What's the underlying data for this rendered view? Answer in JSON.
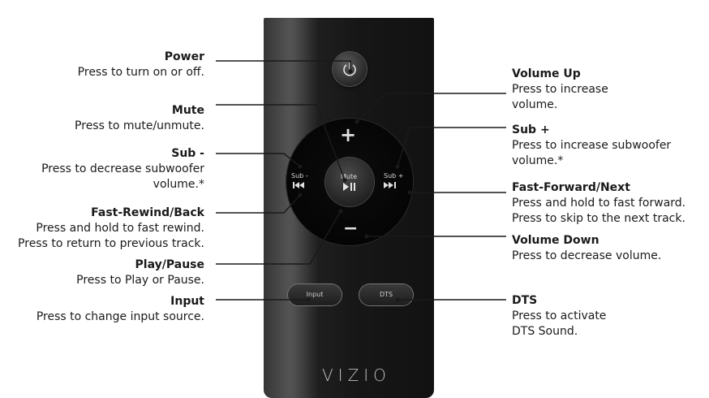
{
  "remote": {
    "brand": "VIZIO",
    "buttons": {
      "mute": "Mute",
      "sub_minus": "Sub -",
      "sub_plus": "Sub +",
      "input": "Input",
      "dts": "DTS"
    }
  },
  "callouts": {
    "power": {
      "title": "Power",
      "desc": "Press to turn on or off."
    },
    "mute": {
      "title": "Mute",
      "desc": "Press to mute/unmute."
    },
    "sub_minus": {
      "title": "Sub -",
      "desc1": "Press to decrease subwoofer",
      "desc2": "volume.*"
    },
    "fast_rewind": {
      "title": "Fast-Rewind/Back",
      "desc1": "Press and hold to fast rewind.",
      "desc2": "Press to return to previous track."
    },
    "play_pause": {
      "title": "Play/Pause",
      "desc": "Press to Play or Pause."
    },
    "input": {
      "title": "Input",
      "desc": "Press to change input source."
    },
    "volume_up": {
      "title": "Volume Up",
      "desc1": "Press to increase",
      "desc2": "volume."
    },
    "sub_plus": {
      "title": "Sub +",
      "desc1": "Press to increase subwoofer",
      "desc2": "volume.*"
    },
    "fast_forward": {
      "title": "Fast-Forward/Next",
      "desc1": "Press and hold to fast forward.",
      "desc2": "Press to skip to the next track."
    },
    "volume_down": {
      "title": "Volume Down",
      "desc": "Press to decrease volume."
    },
    "dts": {
      "title": "DTS",
      "desc1": "Press to activate",
      "desc2": "DTS Sound."
    }
  }
}
